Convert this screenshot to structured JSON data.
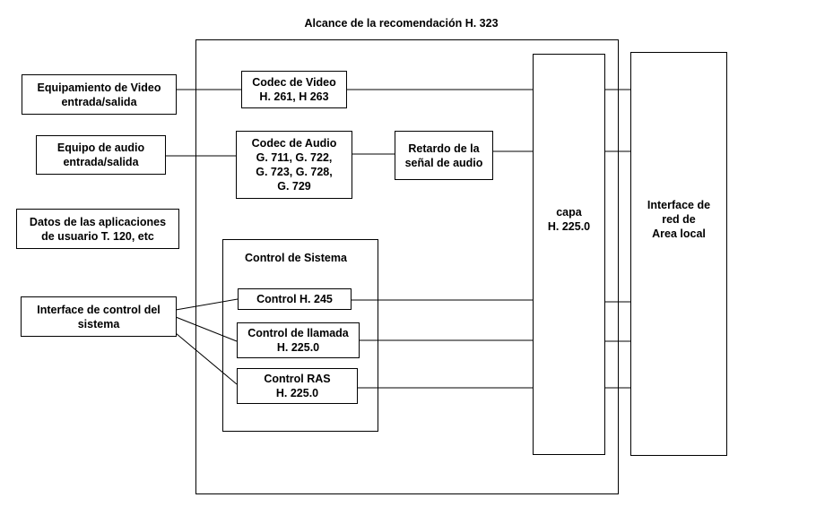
{
  "title": "Alcance de la recomendación H. 323",
  "external": {
    "video_io": "Equipamiento de Video\nentrada/salida",
    "audio_io": "Equipo de audio\nentrada/salida",
    "user_data": "Datos de las aplicaciones\nde usuario T. 120, etc",
    "system_control_if": "Interface de control del\nsistema"
  },
  "codecs": {
    "video": "Codec de Video\nH. 261, H 263",
    "audio": "Codec de Audio\nG. 711, G. 722,\nG. 723, G. 728,\nG. 729",
    "audio_delay": "Retardo de la\nseñal de audio"
  },
  "system_control": {
    "title": "Control de Sistema",
    "h245": "Control H. 245",
    "call": "Control de llamada\nH. 225.0",
    "ras": "Control RAS\nH. 225.0"
  },
  "layer": "capa\nH. 225.0",
  "lan_interface": "Interface de\nred de\nArea local"
}
